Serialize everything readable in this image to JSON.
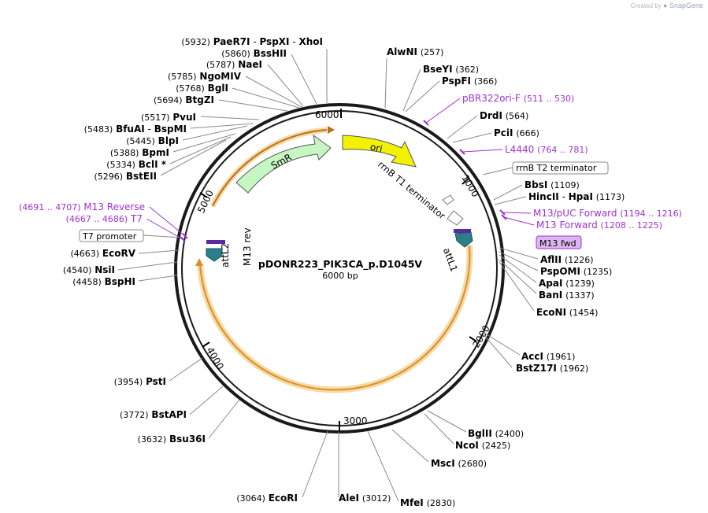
{
  "credit": {
    "prefix": "Created by",
    "brand": "SnapGene"
  },
  "plasmid": {
    "name": "pDONR223_PIK3CA_p.D1045V",
    "size_label": "6000 bp",
    "total_bp": 6000
  },
  "ticks": [
    "1000",
    "2000",
    "3000",
    "4000",
    "5000",
    "6000"
  ],
  "colors": {
    "ring": "#1a1a1a",
    "primer": "#a032d2",
    "feature_orange": "#e8a33a",
    "smr_fill": "#c6f7c3",
    "ori_fill": "#f2f200",
    "att_fill": "#2a7f8a",
    "leader": "#8a8a8a"
  },
  "features": {
    "smr": "SmR",
    "ori": "ori",
    "rrnb_t1": "rrnB T1 terminator",
    "rrnb_t2": "rrnB T2 terminator",
    "attl1": "attL1",
    "attl2": "attL2",
    "m13_rev": "M13 rev",
    "t7_promoter": "T7 promoter",
    "m13_fwd_box": "M13 fwd"
  },
  "labels": [
    {
      "pos": "(5932)",
      "name": "PaeR7I",
      "extra": [
        "PspXI",
        "XhoI"
      ]
    },
    {
      "pos": "(5860)",
      "name": "BssHII"
    },
    {
      "pos": "(5787)",
      "name": "NaeI"
    },
    {
      "pos": "(5785)",
      "name": "NgoMIV"
    },
    {
      "pos": "(5768)",
      "name": "BglI"
    },
    {
      "pos": "(5694)",
      "name": "BtgZI"
    },
    {
      "pos": "(5517)",
      "name": "PvuI"
    },
    {
      "pos": "(5483)",
      "name": "BfuAI",
      "extra": [
        "BspMI"
      ]
    },
    {
      "pos": "(5445)",
      "name": "BlpI"
    },
    {
      "pos": "(5388)",
      "name": "BpmI"
    },
    {
      "pos": "(5334)",
      "name": "BclI *"
    },
    {
      "pos": "(5296)",
      "name": "BstEII"
    },
    {
      "pos": "(4691 .. 4707)",
      "name": "M13 Reverse",
      "primer": true
    },
    {
      "pos": "(4667 .. 4686)",
      "name": "T7",
      "primer": true
    },
    {
      "pos": "(4663)",
      "name": "EcoRV"
    },
    {
      "pos": "(4540)",
      "name": "NsiI"
    },
    {
      "pos": "(4458)",
      "name": "BspHI"
    },
    {
      "pos": "(3954)",
      "name": "PstI"
    },
    {
      "pos": "(3772)",
      "name": "BstAPI"
    },
    {
      "pos": "(3632)",
      "name": "Bsu36I"
    },
    {
      "pos": "(3064)",
      "name": "EcoRI"
    },
    {
      "name": "AleI",
      "pos": "(3012)"
    },
    {
      "name": "MfeI",
      "pos": "(2830)"
    },
    {
      "name": "MscI",
      "pos": "(2680)"
    },
    {
      "name": "NcoI",
      "pos": "(2425)"
    },
    {
      "name": "BglII",
      "pos": "(2400)"
    },
    {
      "name": "BstZ17I",
      "pos": "(1962)"
    },
    {
      "name": "AccI",
      "pos": "(1961)"
    },
    {
      "name": "EcoNI",
      "pos": "(1454)"
    },
    {
      "name": "BanI",
      "pos": "(1337)"
    },
    {
      "name": "ApaI",
      "pos": "(1239)"
    },
    {
      "name": "PspOMI",
      "pos": "(1235)"
    },
    {
      "name": "AflII",
      "pos": "(1226)"
    },
    {
      "name": "M13 Forward",
      "pos": "(1208 .. 1225)",
      "primer": true
    },
    {
      "name": "M13/pUC Forward",
      "pos": "(1194 .. 1216)",
      "primer": true
    },
    {
      "name": "HincII",
      "extra": [
        "HpaI"
      ],
      "pos": "(1173)"
    },
    {
      "name": "BbsI",
      "pos": "(1109)"
    },
    {
      "name": "L4440",
      "pos": "(764 .. 781)",
      "primer": true
    },
    {
      "name": "PciI",
      "pos": "(666)"
    },
    {
      "name": "DrdI",
      "pos": "(564)"
    },
    {
      "name": "pBR322ori-F",
      "pos": "(511 .. 530)",
      "primer": true
    },
    {
      "name": "PspFI",
      "pos": "(366)"
    },
    {
      "name": "BseYI",
      "pos": "(362)"
    },
    {
      "name": "AlwNI",
      "pos": "(257)"
    }
  ]
}
